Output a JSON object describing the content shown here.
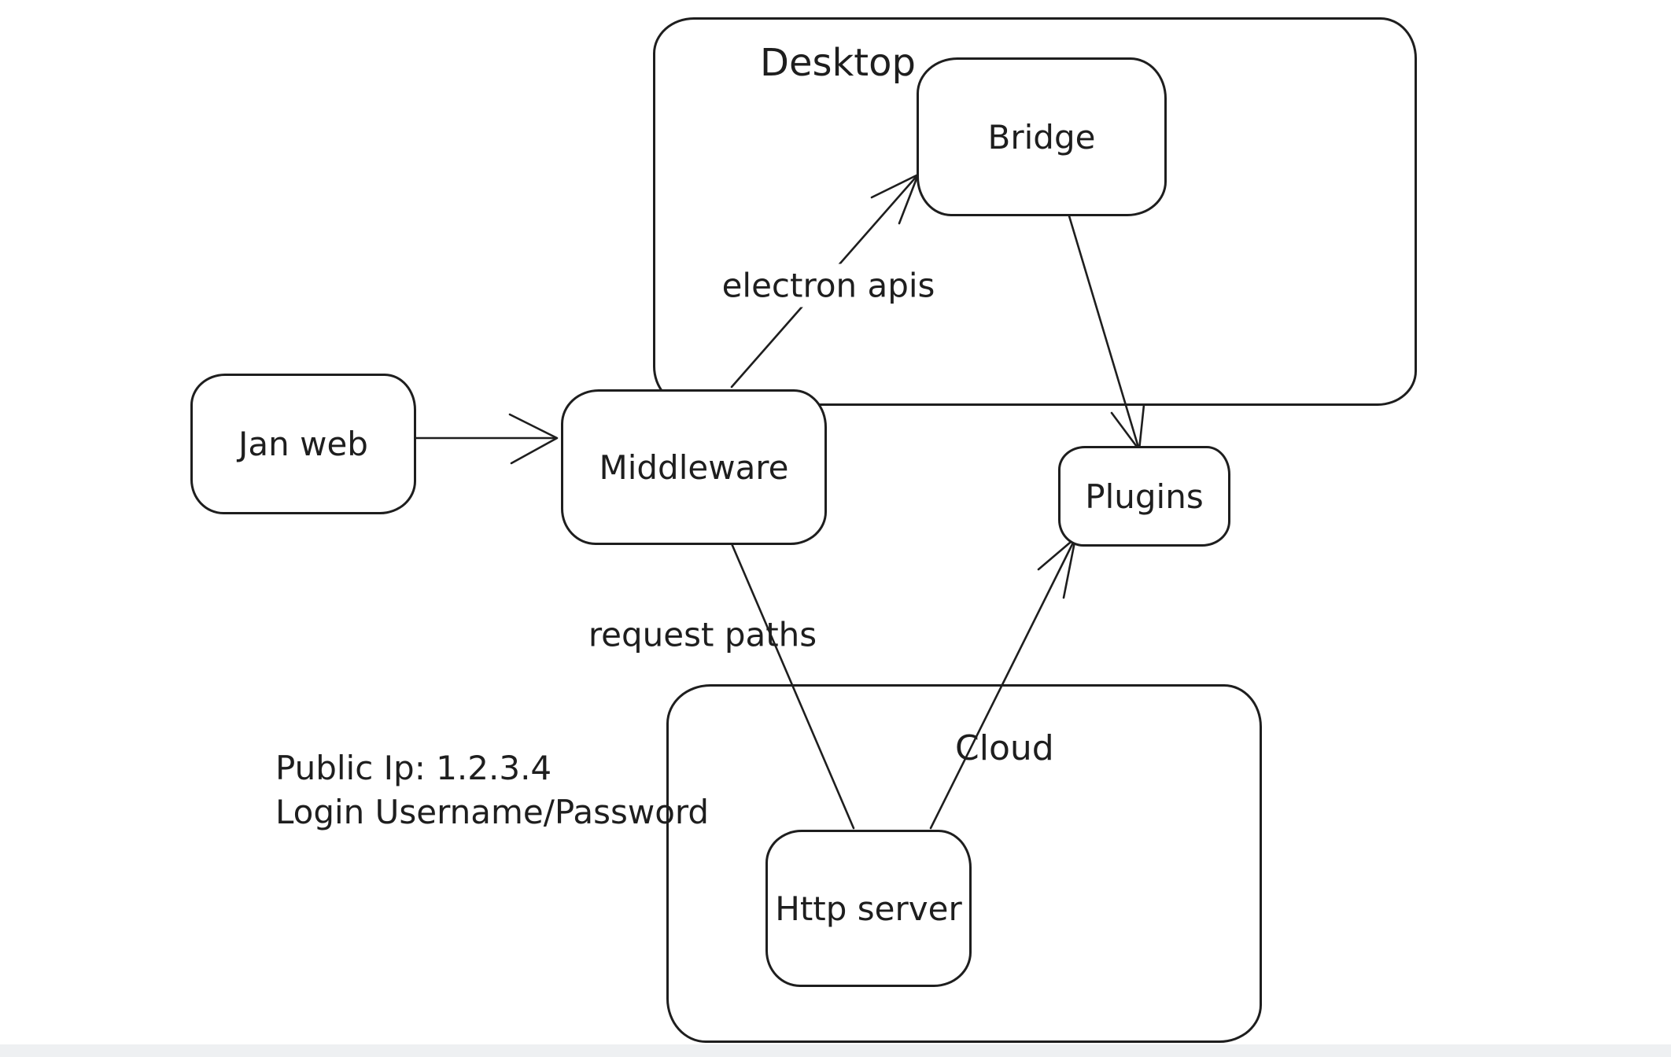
{
  "page": {
    "background": "#ffffff",
    "stroke_color": "#1e1e1e",
    "bottom_strip_color": "#eef0f2"
  },
  "containers": {
    "desktop": {
      "label": "Desktop"
    },
    "cloud": {
      "label": "Cloud"
    }
  },
  "nodes": {
    "jan_web": {
      "label": "Jan web"
    },
    "middleware": {
      "label": "Middleware"
    },
    "bridge": {
      "label": "Bridge"
    },
    "plugins": {
      "label": "Plugins"
    },
    "http_server": {
      "label": "Http server"
    }
  },
  "edges": {
    "jan_web_to_middleware": {
      "label": ""
    },
    "middleware_to_bridge": {
      "label": "electron apis"
    },
    "bridge_to_plugins": {
      "label": ""
    },
    "middleware_to_http_server": {
      "label": "request paths"
    },
    "http_server_to_plugins": {
      "label": ""
    }
  },
  "annotations": {
    "public_ip": "Public Ip: 1.2.3.4",
    "login": "Login Username/Password"
  }
}
